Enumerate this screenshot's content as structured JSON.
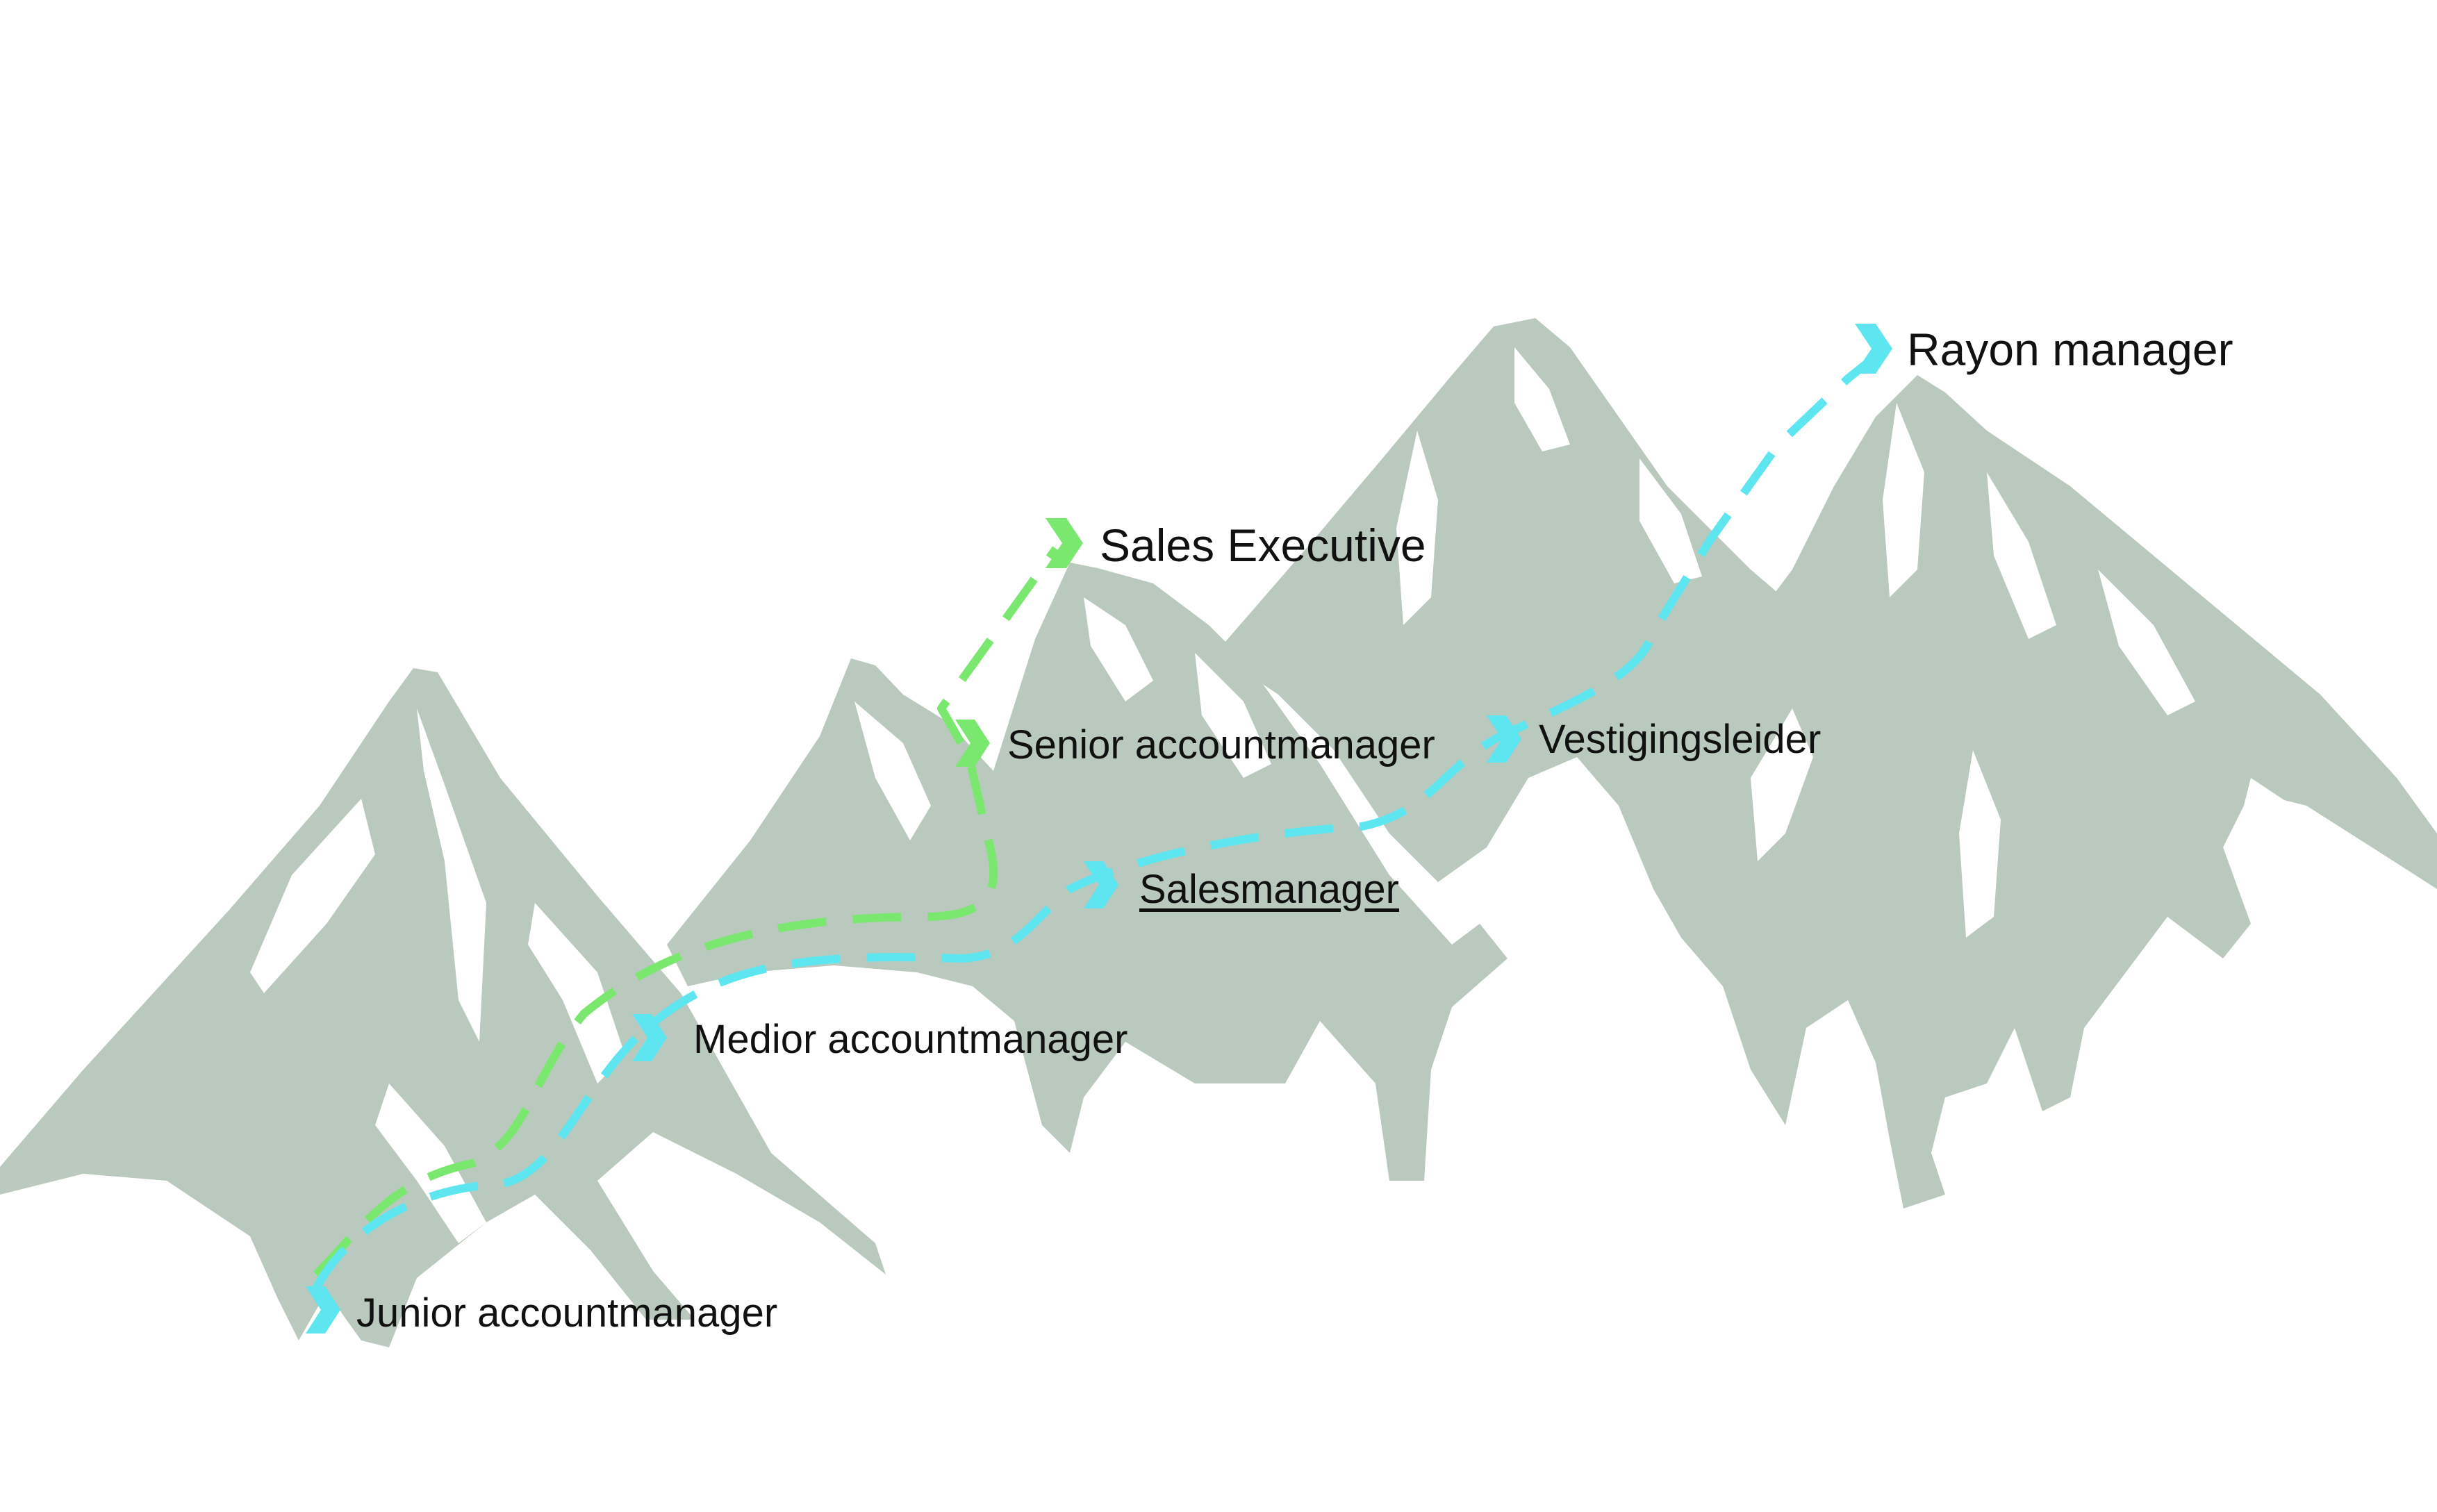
{
  "colors": {
    "mountain": "#bac9bd",
    "background": "#ffffff",
    "route_green": "#7ae86f",
    "route_cyan": "#5ee6f0"
  },
  "icons": {
    "step_marker": "chevron-right-icon"
  },
  "steps": {
    "rayon_manager": "Rayon manager",
    "sales_executive": "Sales Executive",
    "senior_accountmanager": "Senior accountmanager",
    "vestigingsleider": "Vestigingsleider",
    "salesmanager": "Salesmanager",
    "medior_accountmanager": "Medior accountmanager",
    "junior_accountmanager": "Junior accountmanager"
  },
  "routes": [
    {
      "name": "",
      "color": "route_green"
    },
    {
      "name": "",
      "color": "route_cyan"
    }
  ]
}
